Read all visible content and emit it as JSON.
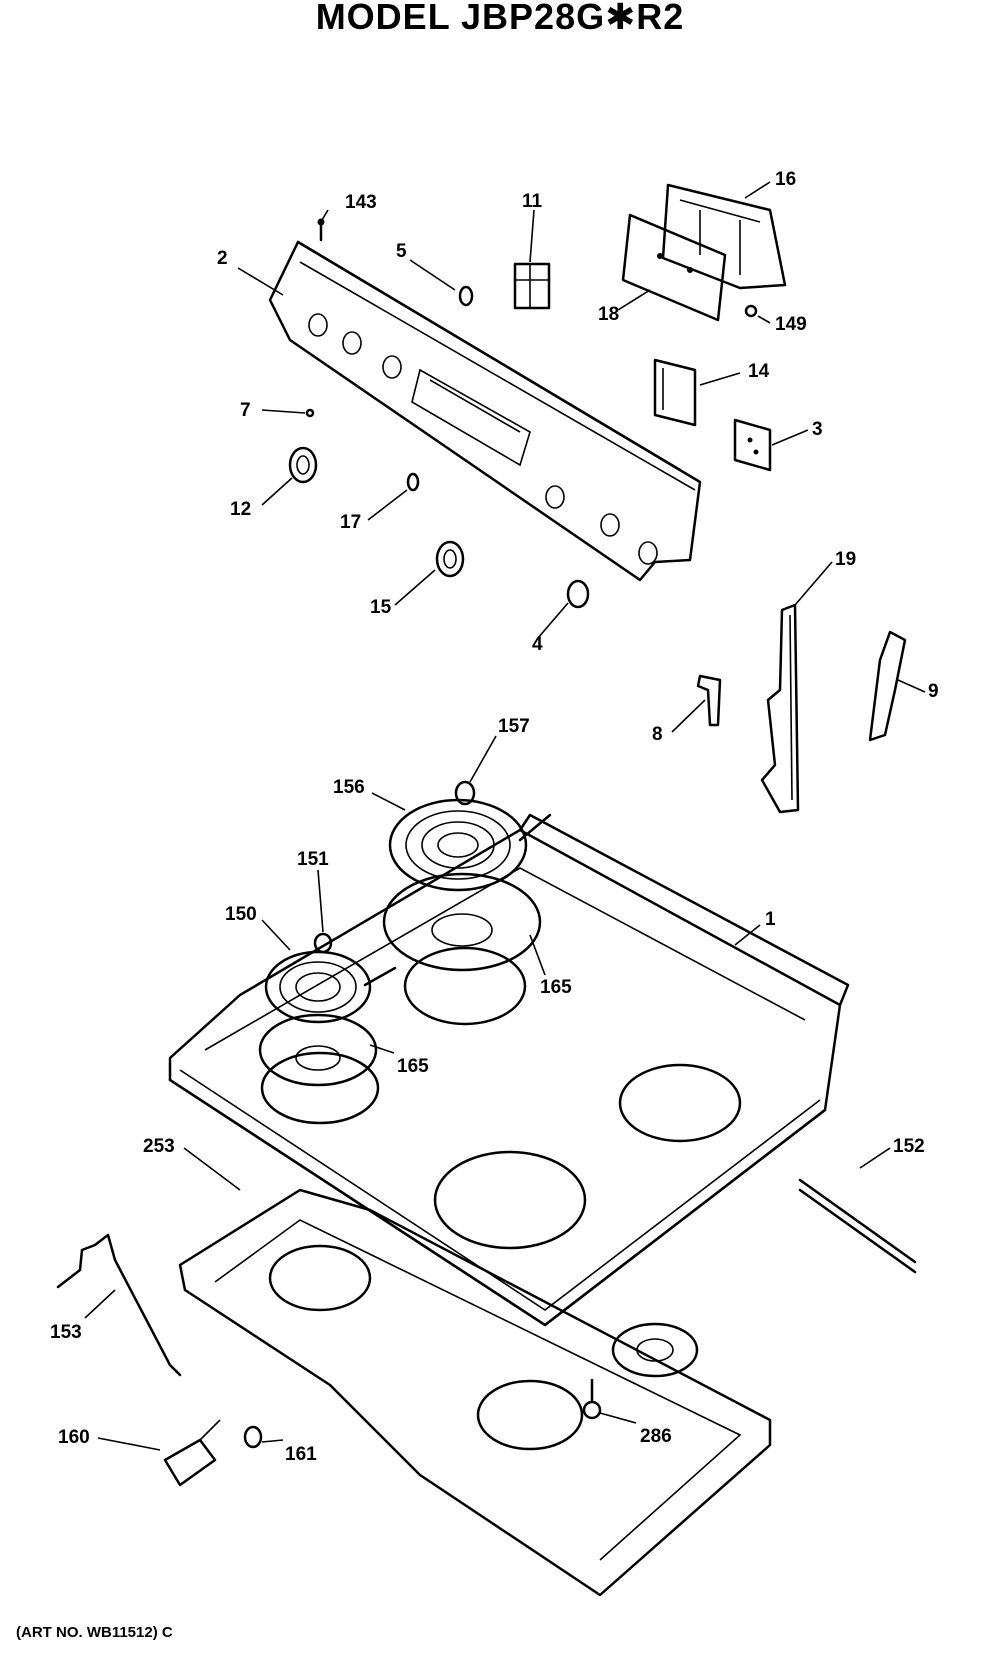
{
  "title": "MODEL JBP28G✱R2",
  "art_number": "(ART NO. WB11512) C",
  "part_labels": {
    "p143": "143",
    "p2": "2",
    "p5": "5",
    "p11": "11",
    "p16": "16",
    "p18": "18",
    "p149": "149",
    "p14": "14",
    "p3": "3",
    "p7": "7",
    "p12": "12",
    "p17": "17",
    "p15": "15",
    "p4": "4",
    "p19": "19",
    "p9": "9",
    "p8": "8",
    "p157": "157",
    "p156": "156",
    "p151": "151",
    "p150": "150",
    "p1": "1",
    "p165a": "165",
    "p165b": "165",
    "p253": "253",
    "p152": "152",
    "p153": "153",
    "p160": "160",
    "p161": "161",
    "p286": "286"
  }
}
